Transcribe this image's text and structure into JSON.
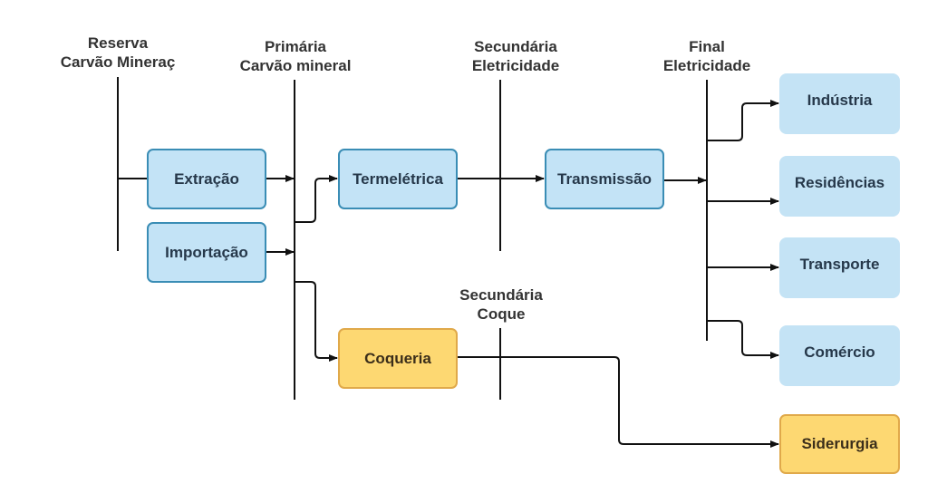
{
  "diagram": {
    "type": "energy-flow",
    "subject": "Carvão mineral",
    "colors": {
      "process_fill": "#c3e3f6",
      "process_border": "#3a8db5",
      "coke_fill": "#fdd872",
      "coke_border": "#e0a94a",
      "end_use_fill": "#c4e3f5",
      "line": "#111111",
      "label_text": "#333333"
    }
  },
  "stages": [
    {
      "id": "reserva",
      "line1": "Reserva",
      "line2": "Carvão Mineraç"
    },
    {
      "id": "primaria",
      "line1": "Primária",
      "line2": "Carvão mineral"
    },
    {
      "id": "secundaria-eletricidade",
      "line1": "Secundária",
      "line2": "Eletricidade"
    },
    {
      "id": "final-eletricidade",
      "line1": "Final",
      "line2": "Eletricidade"
    },
    {
      "id": "secundaria-coque",
      "line1": "Secundária",
      "line2": "Coque"
    }
  ],
  "nodes": {
    "extracao": "Extração",
    "importacao": "Importação",
    "termeletrica": "Termelétrica",
    "transmissao": "Transmissão",
    "coqueria": "Coqueria",
    "industria": "Indústria",
    "residencias": "Residências",
    "transporte": "Transporte",
    "comercio": "Comércio",
    "siderurgia": "Siderurgia"
  },
  "edges": [
    {
      "from": "Reserva",
      "to": "Extração"
    },
    {
      "from": "Extração",
      "to": "Primária"
    },
    {
      "from": "Importação",
      "to": "Primária"
    },
    {
      "from": "Primária",
      "to": "Termelétrica"
    },
    {
      "from": "Primária",
      "to": "Coqueria"
    },
    {
      "from": "Termelétrica",
      "to": "Transmissão"
    },
    {
      "from": "Transmissão",
      "to": "Final"
    },
    {
      "from": "Final",
      "to": "Indústria"
    },
    {
      "from": "Final",
      "to": "Residências"
    },
    {
      "from": "Final",
      "to": "Transporte"
    },
    {
      "from": "Final",
      "to": "Comércio"
    },
    {
      "from": "Coqueria",
      "to": "Siderurgia"
    }
  ]
}
